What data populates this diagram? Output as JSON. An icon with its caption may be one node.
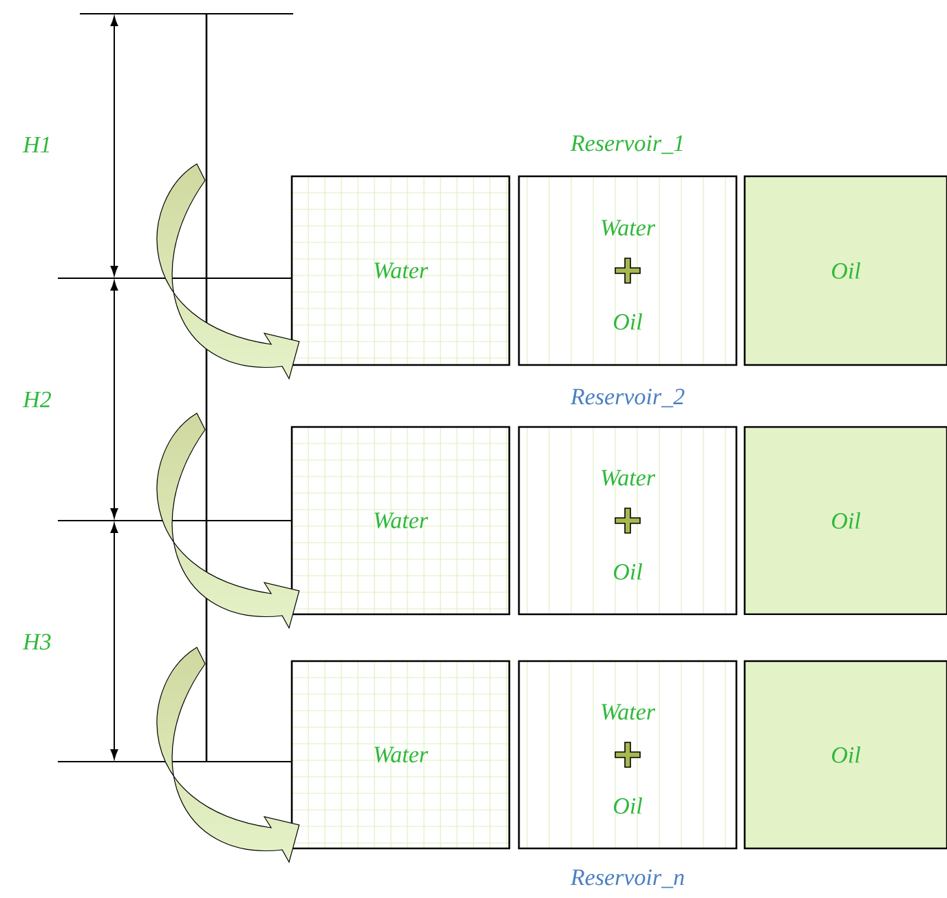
{
  "diagram": {
    "nodes": [
      {
        "text": [
          "Water"
        ]
      },
      {
        "text": [
          "Water",
          "Oil"
        ]
      },
      {
        "text": [
          "Oil"
        ]
      },
      {
        "text": [
          "Water"
        ]
      },
      {
        "text": [
          "Water",
          "Oil"
        ]
      },
      {
        "text": [
          "Oil"
        ]
      },
      {
        "text": [
          "Water"
        ]
      },
      {
        "text": [
          "Water",
          "Oil"
        ]
      },
      {
        "text": [
          "Oil"
        ]
      }
    ],
    "edges": [
      {
        "from": null,
        "to": 0,
        "arrow": "to"
      },
      {
        "from": null,
        "to": 3,
        "arrow": "to"
      },
      {
        "from": null,
        "to": 6,
        "arrow": "to"
      }
    ],
    "labels": [
      "H1",
      "Reservoir_1",
      "H2",
      "Reservoir_2",
      "H3",
      "Reservoir_n"
    ]
  }
}
